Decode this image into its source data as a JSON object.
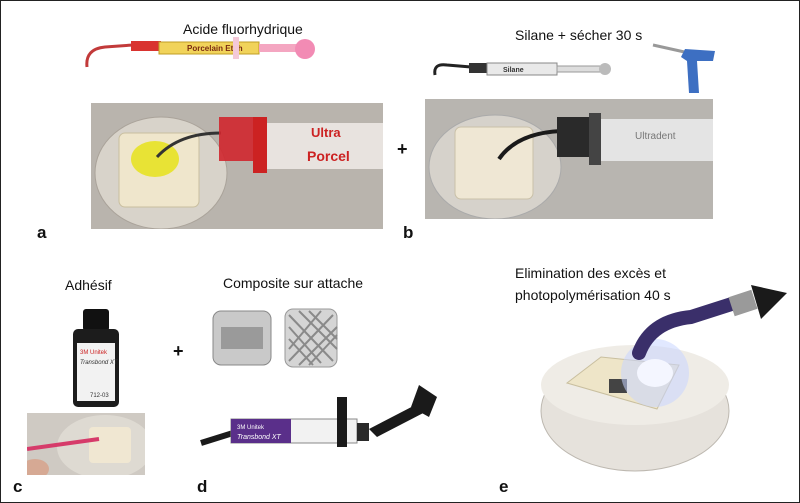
{
  "captions": {
    "a": "Acide fluorhydrique",
    "b": "Silane + sécher 30 s",
    "c": "Adhésif",
    "d": "Composite sur attache",
    "e_line1": "Elimination des excès et",
    "e_line2": "photopolymérisation 40 s"
  },
  "panel_labels": {
    "a": "a",
    "b": "b",
    "c": "c",
    "d": "d",
    "e": "e"
  },
  "plus_sign": "+",
  "product_text": {
    "etch_syringe": "Porcelain Etch",
    "etch_syringe_barrel": "Ultra",
    "etch_syringe_barrel2": "Porcel",
    "silane_syringe": "Silane",
    "silane_syringe_barrel": "Ultradent",
    "primer_bottle_brand": "3M Unitek",
    "primer_bottle_name": "Transbond XT",
    "primer_bottle_lot": "712-03",
    "composite_syringe_brand": "3M Unitek",
    "composite_syringe_name": "Transbond XT"
  },
  "colors": {
    "etch_gel": "#e6e21a",
    "etch_syringe": "#d0262e",
    "silane_syringe": "#2a2a2a",
    "air_syringe": "#3d6fc2",
    "composite_label": "#5a2f8a",
    "curing_light": "#c8d6ff"
  }
}
